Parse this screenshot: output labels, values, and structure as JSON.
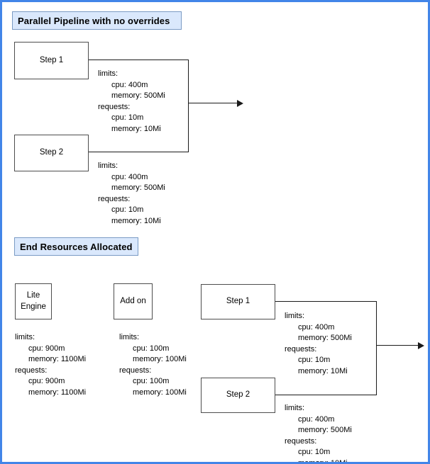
{
  "diagram": {
    "border_color": "#4285e8",
    "title_fill": "#dae8fc",
    "title_border": "#7a9bc4",
    "line_color": "#1a1a1a"
  },
  "sections": {
    "parallel": {
      "title": "Parallel Pipeline with no overrides",
      "step1_label": "Step 1",
      "step2_label": "Step 2"
    },
    "end_resources": {
      "title": "End Resources Allocated",
      "lite_engine_label": "Lite\nEngine",
      "lite_engine_line1": "Lite",
      "lite_engine_line2": "Engine",
      "addon_label": "Add on",
      "step1_label": "Step 1",
      "step2_label": "Step 2"
    }
  },
  "resources": {
    "step_default": {
      "limits_key": "limits:",
      "limits_cpu": "cpu: 400m",
      "limits_memory": "memory: 500Mi",
      "requests_key": "requests:",
      "requests_cpu": "cpu: 10m",
      "requests_memory": "memory: 10Mi"
    },
    "lite_engine": {
      "limits_key": "limits:",
      "limits_cpu": "cpu: 900m",
      "limits_memory": "memory: 1100Mi",
      "requests_key": "requests:",
      "requests_cpu": "cpu: 900m",
      "requests_memory": "memory: 1100Mi"
    },
    "addon": {
      "limits_key": "limits:",
      "limits_cpu": "cpu: 100m",
      "limits_memory": "memory: 100Mi",
      "requests_key": "requests:",
      "requests_cpu": "cpu: 100m",
      "requests_memory": "memory: 100Mi"
    }
  }
}
